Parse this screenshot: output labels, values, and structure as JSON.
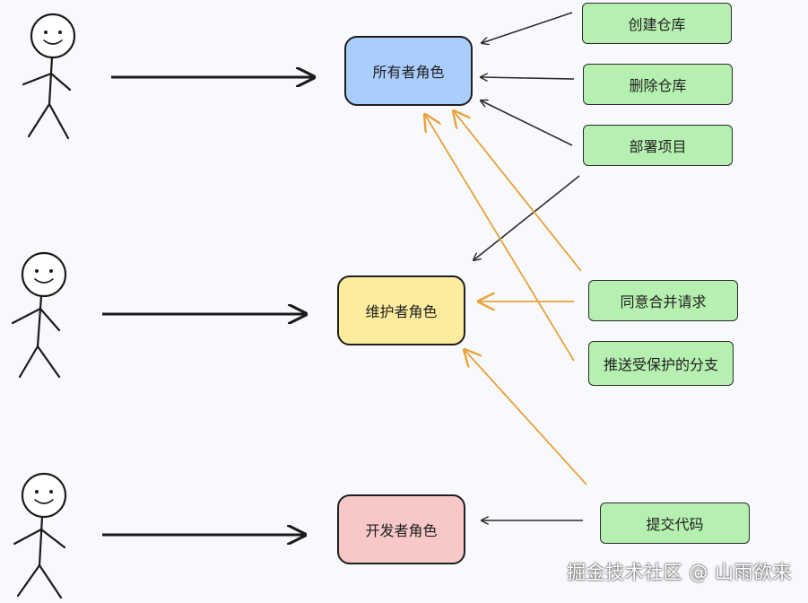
{
  "roles": {
    "owner": {
      "label": "所有者角色",
      "color": "#a9cdfc"
    },
    "maintainer": {
      "label": "维护者角色",
      "color": "#fcec9d"
    },
    "developer": {
      "label": "开发者角色",
      "color": "#f8c8c8"
    }
  },
  "permissions": {
    "create_repo": "创建仓库",
    "delete_repo": "删除仓库",
    "deploy_project": "部署项目",
    "approve_merge": "同意合并请求",
    "push_protected": "推送受保护的分支",
    "commit_code": "提交代码"
  },
  "colors": {
    "permission_fill": "#b5f0b0",
    "inherit_arrow": "#e8a23a",
    "direct_arrow": "#2b2b2b"
  },
  "watermark": "掘金技术社区 @ 山雨欲来"
}
